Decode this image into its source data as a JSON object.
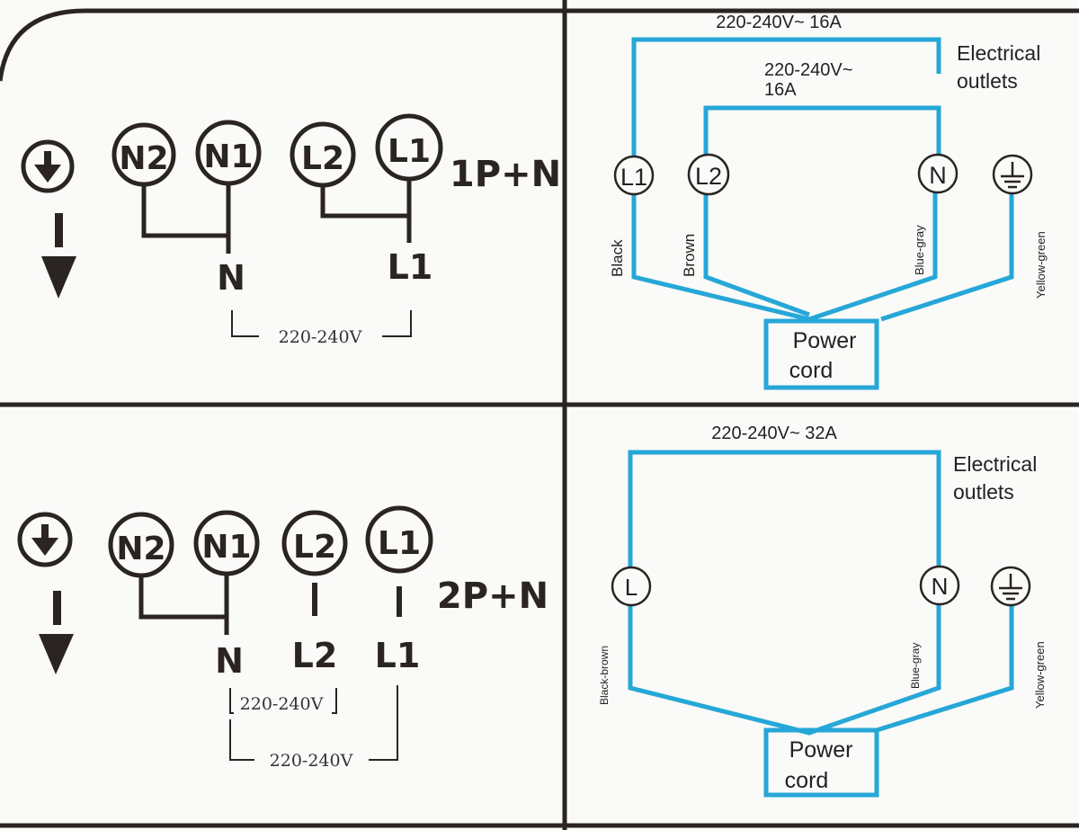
{
  "panels": {
    "top_left": {
      "terminals": [
        "N2",
        "N1",
        "L2",
        "L1"
      ],
      "mode": "1P+N",
      "outputs": [
        "N",
        "L1"
      ],
      "voltage": "220-240V"
    },
    "bottom_left": {
      "terminals": [
        "N2",
        "N1",
        "L2",
        "L1"
      ],
      "mode": "2P+N",
      "outputs": [
        "N",
        "L2",
        "L1"
      ],
      "voltage_short": "220-240V",
      "voltage_long": "220-240V"
    },
    "top_right": {
      "rating_outer": "220-240V~ 16A",
      "rating_inner_line1": "220-240V~",
      "rating_inner_line2": "16A",
      "outlets_line1": "Electrical",
      "outlets_line2": "outlets",
      "terminals": [
        "L1",
        "L2",
        "N"
      ],
      "wires": [
        "Black",
        "Brown",
        "Blue-gray",
        "Yellow-green"
      ],
      "cord_line1": "Power",
      "cord_line2": "cord"
    },
    "bottom_right": {
      "rating": "220-240V~ 32A",
      "outlets_line1": "Electrical",
      "outlets_line2": "outlets",
      "terminals": [
        "L",
        "N"
      ],
      "wires": [
        "Black-brown",
        "Blue-gray",
        "Yellow-green"
      ],
      "cord_line1": "Power",
      "cord_line2": "cord"
    }
  },
  "colors": {
    "wire": "#26a7d8",
    "ink": "#2a2423",
    "background": "#fafaf8"
  }
}
